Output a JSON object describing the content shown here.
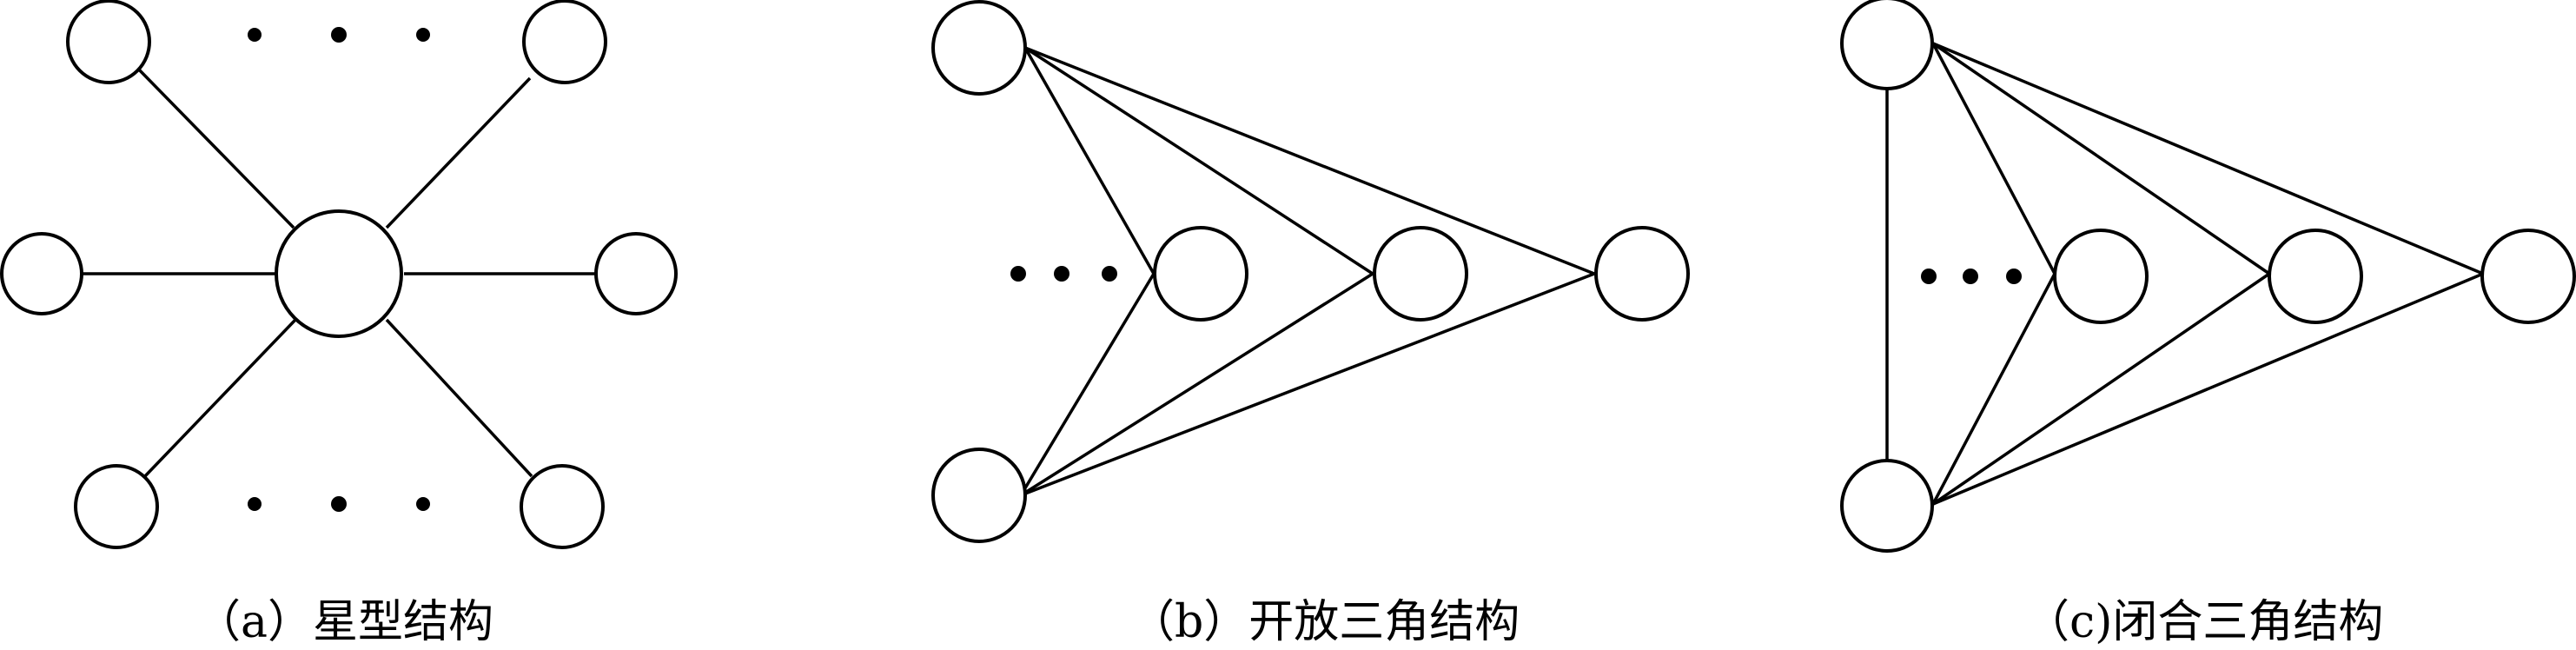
{
  "panels": [
    {
      "id": "a",
      "caption": "（a）星型结构"
    },
    {
      "id": "b",
      "caption": "（b）开放三角结构"
    },
    {
      "id": "c",
      "caption": "（c)闭合三角结构"
    }
  ],
  "colors": {
    "stroke": "#000000",
    "background": "#ffffff"
  }
}
